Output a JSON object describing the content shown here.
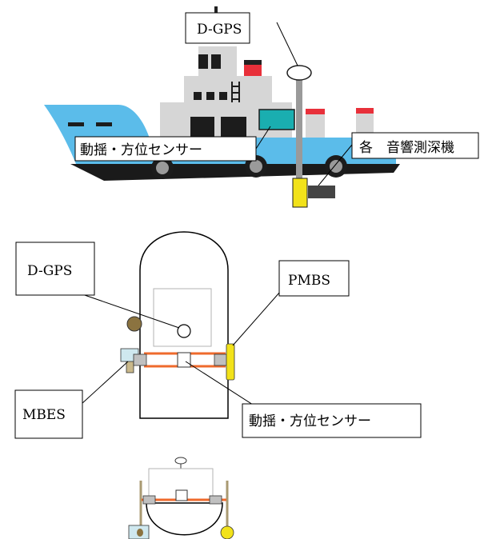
{
  "labels": {
    "side_dgps": "D-GPS",
    "side_motion": "動揺・方位センサー",
    "side_echo": "各　音響測深機",
    "top_dgps": "D-GPS",
    "top_pmbs": "PMBS",
    "top_mbes": "MBES",
    "top_motion": "動揺・方位センサー"
  },
  "colors": {
    "hull_blue": "#5bbcea",
    "hull_black": "#1a1a1a",
    "superstructure": "#d6d6d6",
    "window_black": "#1c1c1c",
    "funnel_red": "#e8303a",
    "sensor_teal": "#1aaeb0",
    "transducer_yellow": "#f2e21a",
    "transducer_dark": "#444444",
    "pole_gray": "#9a9a9a",
    "motion_bar": "#ef6a2c",
    "mount_gray": "#c0c0c0",
    "mbes_box": "#cfe8ef",
    "olive": "#8b7340",
    "frame_tan": "#a99a72"
  }
}
